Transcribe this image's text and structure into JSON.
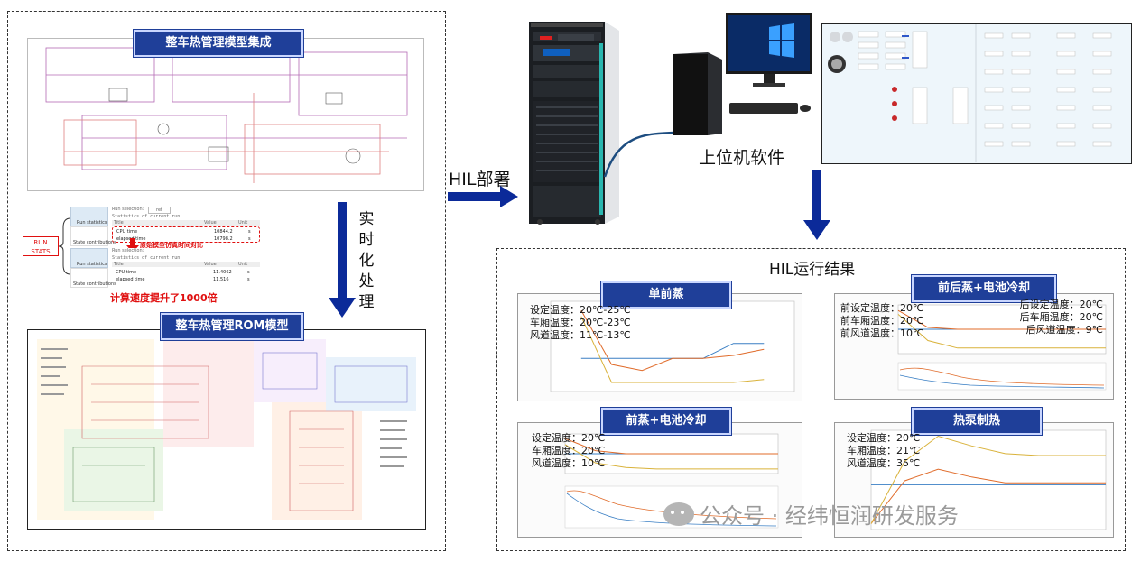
{
  "titles": {
    "integration": "整车热管理模型集成",
    "rom": "整车热管理ROM模型",
    "hil_deploy": "HIL部署",
    "realtime": "实时化处理",
    "host": "上位机软件",
    "results": "HIL运行结果"
  },
  "run_stats": {
    "box_label": "RUN STATS",
    "run_statistics": "Run statistics",
    "state_contributions": "State contributions",
    "run_selection": "Run selection:",
    "run_value": "ref",
    "heading": "Statistics of current run",
    "col_title": "Title",
    "col_value": "Value",
    "col_unit": "Unit",
    "rows_before": [
      {
        "title": "CPU time",
        "value": "10844.2",
        "unit": "s"
      },
      {
        "title": "elapsed time",
        "value": "10798.2",
        "unit": "s"
      }
    ],
    "rows_after": [
      {
        "title": "CPU time",
        "value": "11.4062",
        "unit": "s"
      },
      {
        "title": "elapsed time",
        "value": "11.516",
        "unit": "s"
      }
    ],
    "compare_note": "原始模型仿真时间对比",
    "speedup": "计算速度提升了1000倍"
  },
  "charts": [
    {
      "title": "单前蒸",
      "labels": [
        "设定温度：20℃-25℃",
        "车厢温度：20℃-23℃",
        "风道温度：11℃-13℃"
      ],
      "right_labels": []
    },
    {
      "title": "前后蒸+电池冷却",
      "labels": [
        "前设定温度：20℃",
        "前车厢温度：20℃",
        "前风道温度：10℃"
      ],
      "right_labels": [
        "后设定温度：20℃",
        "后车厢温度：20℃",
        "后风道温度：9℃"
      ]
    },
    {
      "title": "前蒸+电池冷却",
      "labels": [
        "设定温度：20℃",
        "车厢温度：20℃",
        "风道温度：10℃"
      ],
      "right_labels": []
    },
    {
      "title": "热泵制热",
      "labels": [
        "设定温度：20℃",
        "车厢温度：21℃",
        "风道温度：35℃"
      ],
      "right_labels": []
    }
  ],
  "chart_data": [
    {
      "type": "line",
      "x": [
        300,
        400,
        500,
        600,
        700,
        800,
        900,
        1000
      ],
      "xlim": [
        300,
        1100
      ],
      "series": [
        {
          "color": "#3a7fc4",
          "values": [
            null,
            20,
            20,
            20,
            20,
            20,
            25,
            25
          ]
        },
        {
          "color": "#e06b2a",
          "values": [
            null,
            36,
            18,
            16,
            20,
            20,
            21,
            23
          ]
        },
        {
          "color": "#d9b23a",
          "values": [
            null,
            34,
            12,
            12,
            12,
            12,
            12,
            13
          ]
        }
      ]
    },
    {
      "type": "line",
      "x": [
        0,
        1000,
        2000,
        3000,
        4000,
        5000,
        6000,
        7000
      ],
      "xlim": [
        0,
        7000
      ],
      "series": [
        {
          "color": "#3a7fc4",
          "values": [
            20,
            20,
            20,
            20,
            20,
            20,
            20,
            20
          ]
        },
        {
          "color": "#e06b2a",
          "values": [
            30,
            21,
            20,
            20,
            20,
            20,
            20,
            20
          ]
        },
        {
          "color": "#d9b23a",
          "values": [
            28,
            14,
            10,
            10,
            10,
            10,
            10,
            10
          ]
        }
      ]
    },
    {
      "type": "line",
      "x": [
        0,
        1000,
        2000,
        3000,
        4000,
        5000,
        6000,
        7000
      ],
      "xlim": [
        0,
        7000
      ],
      "series": [
        {
          "color": "#3a7fc4",
          "values": [
            20,
            20,
            20,
            20,
            20,
            20,
            20,
            20
          ]
        },
        {
          "color": "#e06b2a",
          "values": [
            30,
            22,
            20,
            20,
            20,
            20,
            20,
            20
          ]
        },
        {
          "color": "#d9b23a",
          "values": [
            26,
            14,
            11,
            10,
            10,
            10,
            10,
            10
          ]
        }
      ]
    },
    {
      "type": "line",
      "x": [
        0,
        1000,
        2000,
        3000,
        4000,
        5000,
        6000,
        7000
      ],
      "xlim": [
        0,
        7000
      ],
      "series": [
        {
          "color": "#3a7fc4",
          "values": [
            20,
            20,
            20,
            20,
            20,
            20,
            20,
            20
          ]
        },
        {
          "color": "#e06b2a",
          "values": [
            0,
            22,
            28,
            24,
            21,
            21,
            21,
            21
          ]
        },
        {
          "color": "#d9b23a",
          "values": [
            0,
            32,
            45,
            40,
            36,
            35,
            35,
            35
          ]
        }
      ]
    }
  ],
  "watermark": "公众号 · 经纬恒润研发服务",
  "colors": {
    "title_bg": "#1f3f99",
    "arrow": "#0b2a99",
    "accent_red": "#e01010"
  }
}
